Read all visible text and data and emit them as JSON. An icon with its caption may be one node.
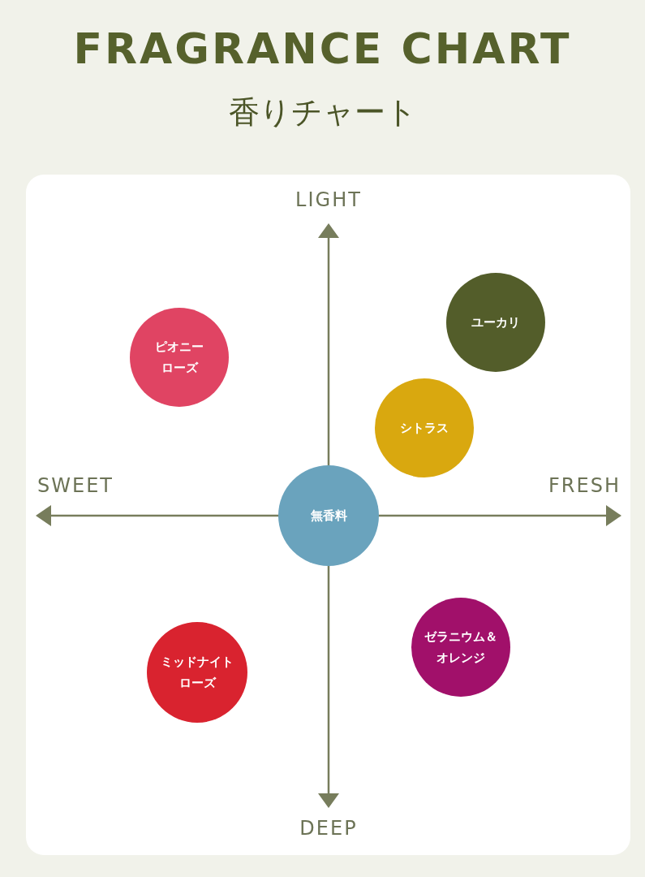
{
  "diagram": {
    "title": "FRAGRANCE CHART",
    "nodes": [
      {
        "text": [
          "ピオニーローズ"
        ]
      },
      {
        "text": [
          "ユーカリ"
        ]
      },
      {
        "text": [
          "シトラス"
        ]
      },
      {
        "text": [
          "無香料"
        ]
      },
      {
        "text": [
          "ミッドナイトローズ"
        ]
      },
      {
        "text": [
          "ゼラニウム＆オレンジ"
        ]
      }
    ],
    "edges": [],
    "labels": [
      "香りチャート",
      "LIGHT",
      "SWEET",
      "FRESH",
      "DEEP"
    ]
  }
}
